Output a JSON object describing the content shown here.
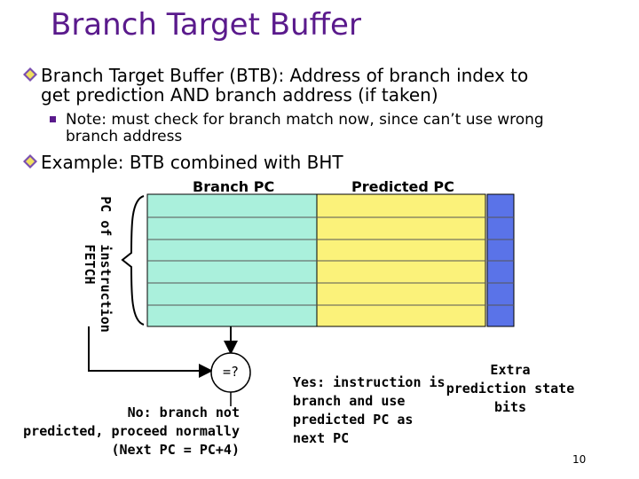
{
  "title": "Branch Target Buffer",
  "bullets": [
    {
      "line1": "Branch Target Buffer (BTB): Address of branch index to",
      "line2": "get prediction AND branch address (if taken)"
    },
    {
      "sub_line1": "Note: must check for branch match now, since can’t use wrong",
      "sub_line2": "branch address"
    },
    {
      "line1": "Example: BTB combined with BHT"
    }
  ],
  "diagram": {
    "col_branch_pc": "Branch PC",
    "col_predicted_pc": "Predicted PC",
    "side_label_line1": "PC of instruction",
    "side_label_line2": "FETCH",
    "compare": "=?",
    "no_line1": "No: branch not",
    "no_line2": "predicted, proceed normally",
    "no_line3": "(Next PC = PC+4)",
    "yes_line1": "Yes: instruction is",
    "yes_line2": "branch and use",
    "yes_line3": "predicted PC as",
    "yes_line4": "next PC",
    "extra_line1": "Extra",
    "extra_line2": "prediction state",
    "extra_line3": "bits",
    "colors": {
      "branch_pc": "#aaf0dc",
      "predicted_pc": "#fbf27a",
      "state_bits": "#5a73e8",
      "accent": "#5a1a8c"
    }
  },
  "page_number": "10"
}
